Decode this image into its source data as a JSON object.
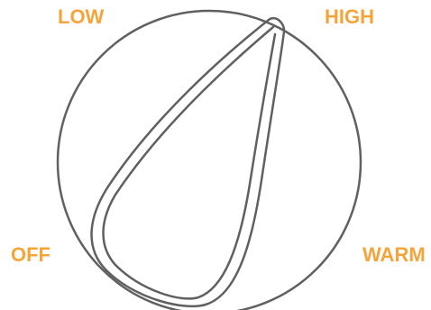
{
  "dial": {
    "positions": {
      "low": "LOW",
      "high": "HIGH",
      "off": "OFF",
      "warm": "WARM"
    },
    "selected_position": "HIGH",
    "label_color": "#f5a43a",
    "outline_color": "#606060"
  }
}
